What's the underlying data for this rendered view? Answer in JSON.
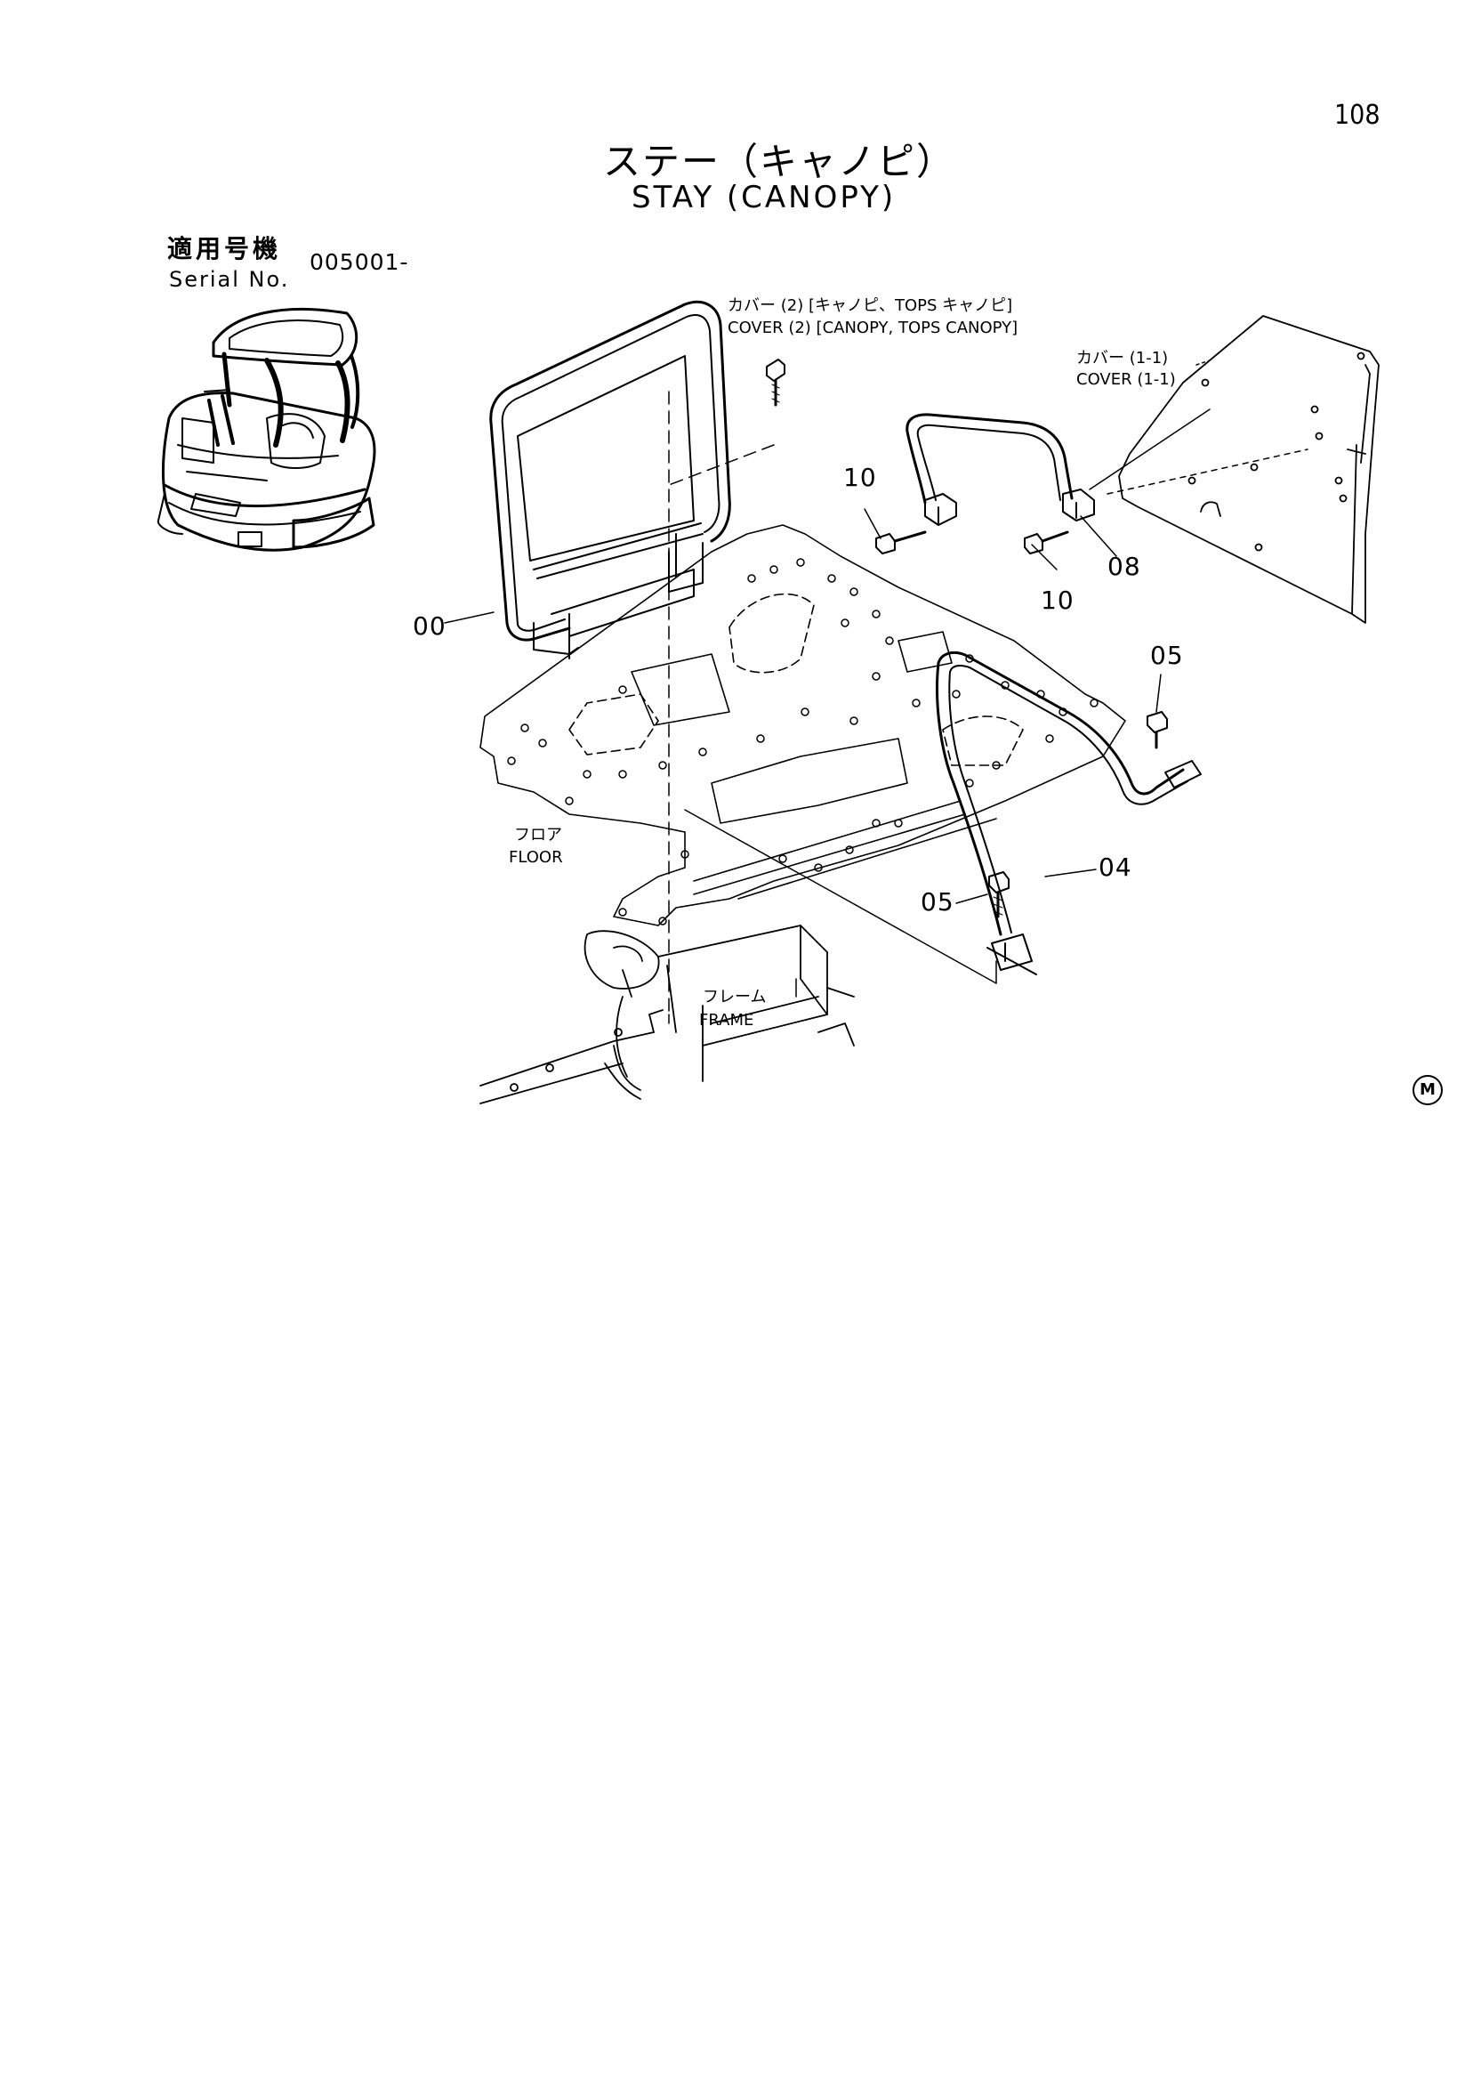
{
  "page": {
    "number": "108"
  },
  "title": {
    "jp": "ステー（キャノピ）",
    "en": "STAY (CANOPY)"
  },
  "serial": {
    "label_jp": "適用号機",
    "label_en": "Serial No.",
    "value": "005001-"
  },
  "labels": {
    "cover2_jp": "カバー (2) [キャノピ、TOPS キャノピ]",
    "cover2_en": "COVER (2) [CANOPY, TOPS CANOPY]",
    "cover11_jp": "カバー (1-1)",
    "cover11_en": "COVER (1-1)",
    "floor_jp": "フロア",
    "floor_en": "FLOOR",
    "frame_jp": "フレーム",
    "frame_en": "FRAME"
  },
  "part_numbers": {
    "p00": "00",
    "p04": "04",
    "p05a": "05",
    "p05b": "05",
    "p08": "08",
    "p10a": "10",
    "p10b": "10"
  },
  "marker": "M"
}
